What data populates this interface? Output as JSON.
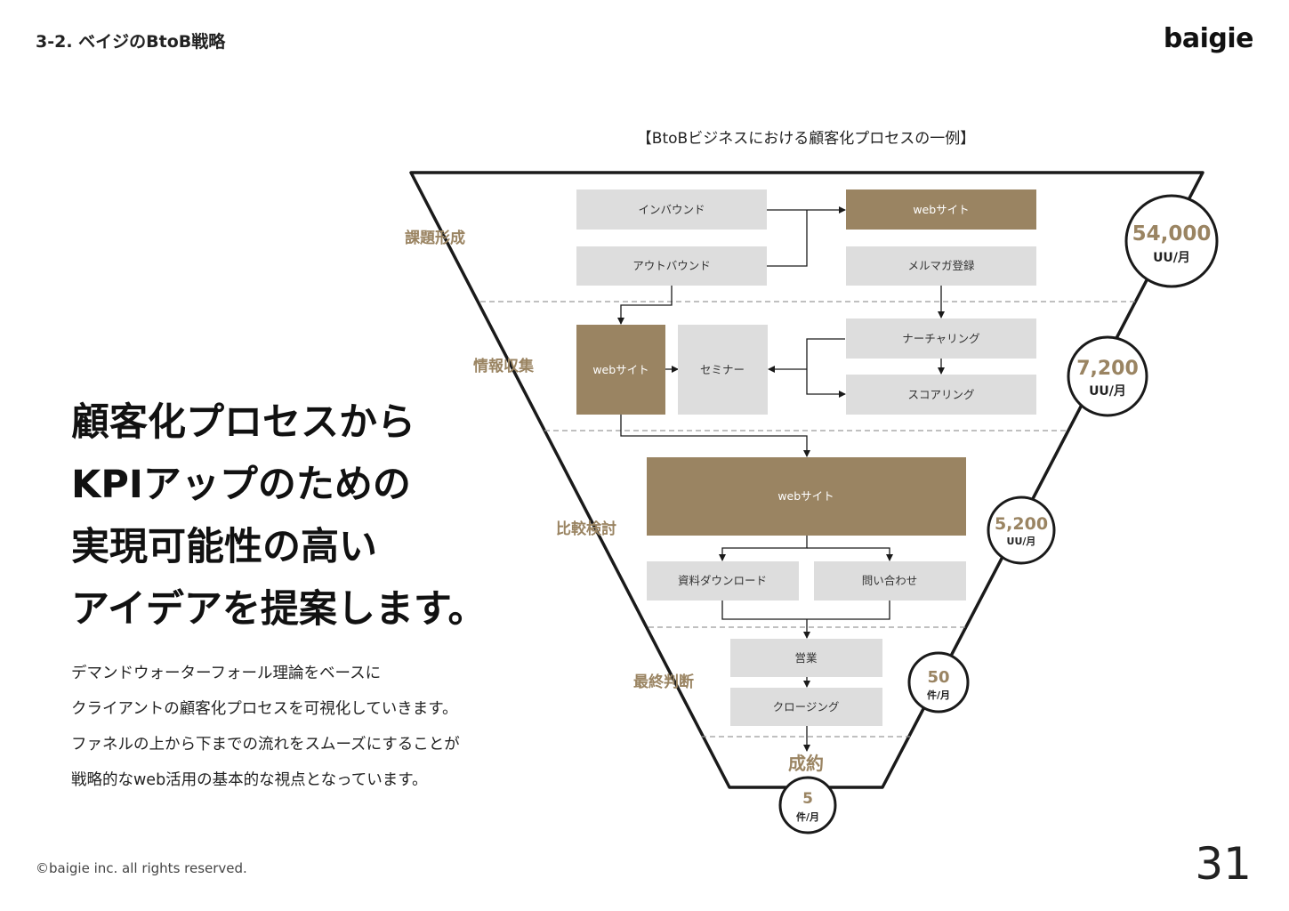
{
  "header": {
    "section_title": "3-2. ベイジのBtoB戦略",
    "logo": "baigie"
  },
  "headline": [
    "顧客化プロセスから",
    "KPIアップのための",
    "実現可能性の高い",
    "アイデアを提案します。"
  ],
  "body": [
    "デマンドウォーターフォール理論をベースに",
    "クライアントの顧客化プロセスを可視化していきます。",
    "ファネルの上から下までの流れをスムーズにすることが",
    "戦略的なweb活用の基本的な視点となっています。"
  ],
  "diagram": {
    "title": "【BtoBビジネスにおける顧客化プロセスの一例】",
    "stages": {
      "kadai": "課題形成",
      "joho": "情報収集",
      "hikaku": "比較検討",
      "saishu": "最終判断",
      "seiyaku": "成約"
    },
    "boxes": {
      "inbound": "インバウンド",
      "outbound": "アウトバウンド",
      "web1": "webサイト",
      "mailmag": "メルマガ登録",
      "web2": "webサイト",
      "seminar": "セミナー",
      "nurturing": "ナーチャリング",
      "scoring": "スコアリング",
      "web3": "webサイト",
      "download": "資料ダウンロード",
      "inquiry": "問い合わせ",
      "sales": "営業",
      "closing": "クロージング"
    },
    "metrics": {
      "m1": {
        "value": "54,000",
        "unit": "UU/月"
      },
      "m2": {
        "value": "7,200",
        "unit": "UU/月"
      },
      "m3": {
        "value": "5,200",
        "unit": "UU/月"
      },
      "m4": {
        "value": "50",
        "unit": "件/月"
      },
      "m5": {
        "value": "5",
        "unit": "件/月"
      }
    },
    "colors": {
      "accent": "#9a8462",
      "box_gray": "#dddddd",
      "line": "#1a1a1a",
      "dash": "#9a9a9a"
    }
  },
  "footer": {
    "copyright": "©baigie inc. all rights reserved.",
    "page_number": "31"
  }
}
